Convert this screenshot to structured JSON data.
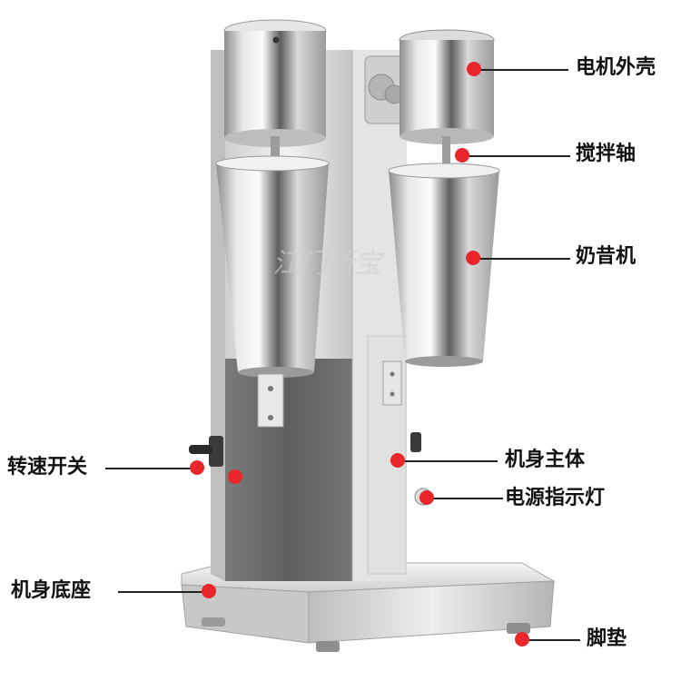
{
  "colors": {
    "marker": "#e8262b",
    "line": "#222222",
    "steel_light": "#f4f4f4",
    "steel_dark": "#8a8a8a",
    "panel_dark": "#6e6e6e"
  },
  "watermark": "江门新宝",
  "labels": {
    "motor_housing": "电机外壳",
    "mixing_shaft": "搅拌轴",
    "milkshake_machine": "奶昔机",
    "speed_switch": "转速开关",
    "machine_body": "机身主体",
    "power_indicator": "电源指示灯",
    "machine_base": "机身底座",
    "foot_pad": "脚垫"
  }
}
